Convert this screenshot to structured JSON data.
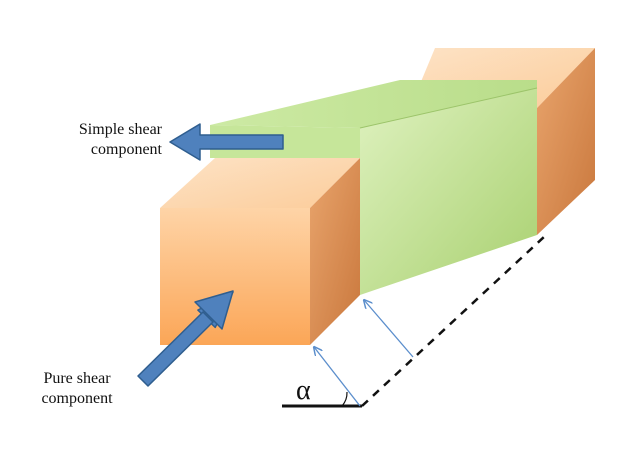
{
  "labels": {
    "simple_shear_line1": "Simple shear",
    "simple_shear_line2": "component",
    "pure_shear_line1": "Pure shear",
    "pure_shear_line2": "component",
    "angle": "α"
  },
  "colors": {
    "orange_light": "#fdd9b0",
    "orange_mid": "#fbb870",
    "orange_dark": "#d9884a",
    "green_light": "#e2f4c4",
    "green_mid": "#c7e79c",
    "green_dark": "#a9cf79",
    "arrow_fill": "#4f81bd",
    "arrow_stroke": "#2f5e8f",
    "thin_arrow": "#5b8ecc"
  }
}
